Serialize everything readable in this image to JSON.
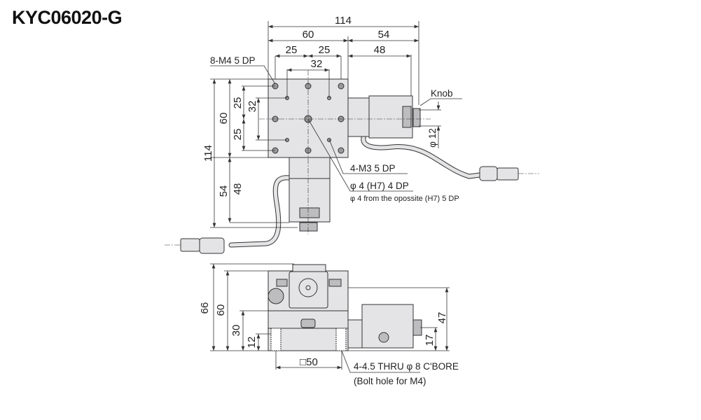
{
  "title": "KYC06020-G",
  "top_view": {
    "dims": {
      "overall_w": "114",
      "stage_w": "60",
      "motor_w": "54",
      "hole_pitch_a": "25",
      "hole_pitch_b": "25",
      "motor_len": "48",
      "m3_pitch": "32",
      "overall_h": "114",
      "stage_h": "60",
      "v_pitch_a": "25",
      "v_pitch_b": "25",
      "v_m3_pitch": "32",
      "motor_h": "54",
      "motor_len_v": "48"
    },
    "labels": {
      "m4": "8-M4 5 DP",
      "knob": "Knob",
      "knob_dia": "φ 12",
      "m3": "4-M3 5 DP",
      "pin": "φ 4 (H7) 4 DP",
      "pin_opposite": "φ 4 from the opossite (H7) 5 DP"
    }
  },
  "side_view": {
    "dims": {
      "total_h": "66",
      "stage_h": "60",
      "mid_h": "30",
      "base_h": "12",
      "bolt_pitch": "□50",
      "motor_h": "47",
      "knob_h": "17"
    },
    "labels": {
      "bolt": "4-4.5 THRU  φ 8 C'BORE",
      "bolt_note": "(Bolt hole for M4)"
    }
  }
}
